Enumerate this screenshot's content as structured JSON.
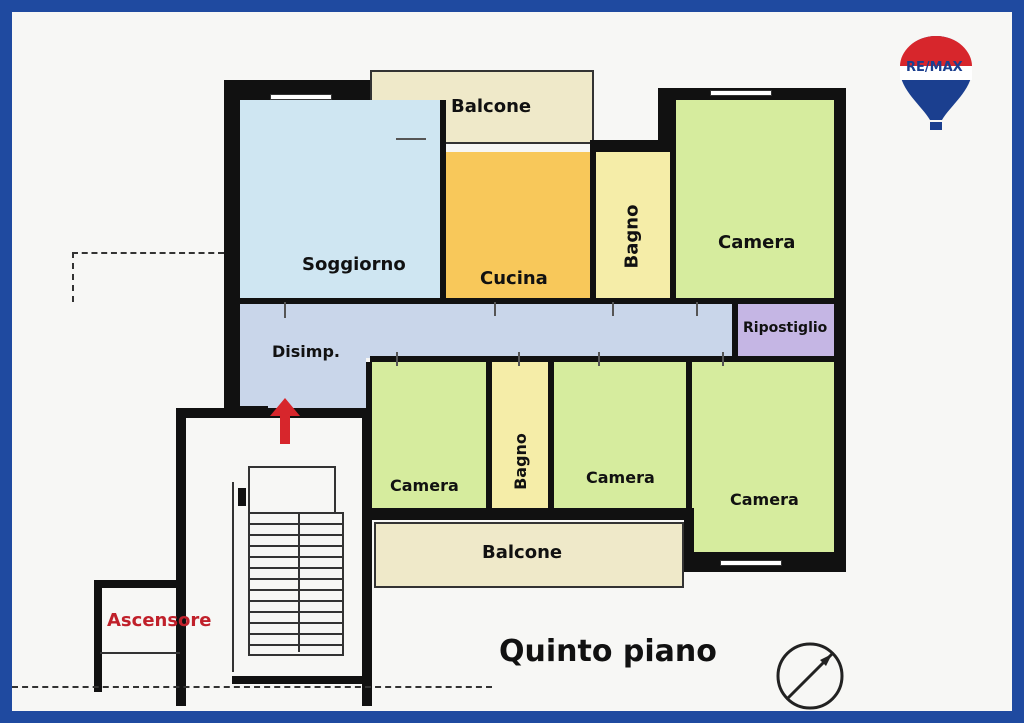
{
  "rooms": {
    "balcone_top": "Balcone",
    "soggiorno": "Soggiorno",
    "cucina": "Cucina",
    "bagno_top": "Bagno",
    "camera_top_right": "Camera",
    "ripostiglio": "Ripostiglio",
    "disimpegno": "Disimp.",
    "camera_left": "Camera",
    "bagno_bottom": "Bagno",
    "camera_center": "Camera",
    "camera_right": "Camera",
    "balcone_bottom": "Balcone",
    "ascensore": "Ascensore"
  },
  "floor_title": "Quinto piano",
  "logo": {
    "text": "RE/MAX",
    "colors": [
      "#d7262c",
      "#ffffff",
      "#1b3f8f"
    ]
  },
  "colors": {
    "frame": "#1f4aa0",
    "living": "#cfe6f2",
    "kitchen": "#f8c85a",
    "bathroom": "#f5eda8",
    "bedroom": "#d6ec9e",
    "corridor": "#c9d6ea",
    "storage": "#c5b6e4",
    "balcony": "#efe9c9",
    "entrance_arrow": "#d7262c"
  },
  "icons": [
    "entrance-arrow-icon",
    "compass-icon",
    "remax-balloon-icon"
  ]
}
